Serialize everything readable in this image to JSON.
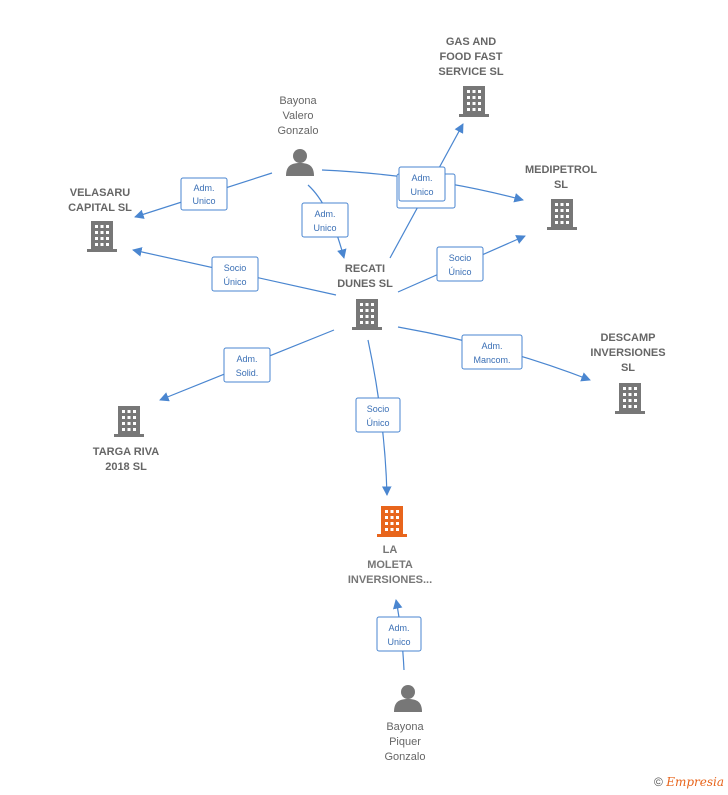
{
  "nodes": {
    "bayona_valero": {
      "label": [
        "Bayona",
        "Valero",
        "Gonzalo"
      ],
      "kind": "person"
    },
    "gas_food": {
      "label": [
        "GAS AND",
        "FOOD FAST",
        "SERVICE SL"
      ],
      "kind": "company"
    },
    "medipetrol": {
      "label": [
        "MEDIPETROL",
        "SL"
      ],
      "kind": "company"
    },
    "velasaru": {
      "label": [
        "VELASARU",
        "CAPITAL  SL"
      ],
      "kind": "company"
    },
    "recati": {
      "label": [
        "RECATI",
        "DUNES  SL"
      ],
      "kind": "company"
    },
    "descamp": {
      "label": [
        "DESCAMP",
        "INVERSIONES",
        "SL"
      ],
      "kind": "company"
    },
    "targa": {
      "label": [
        "TARGA RIVA",
        "2018  SL"
      ],
      "kind": "company"
    },
    "la_moleta": {
      "label": [
        "LA",
        "MOLETA",
        "INVERSIONES..."
      ],
      "kind": "target"
    },
    "bayona_piquer": {
      "label": [
        "Bayona",
        "Piquer",
        "Gonzalo"
      ],
      "kind": "person"
    }
  },
  "edges": [
    {
      "label": [
        "Adm.",
        "Unico"
      ]
    },
    {
      "label": [
        "Adm.",
        "Unico"
      ]
    },
    {
      "label": [
        "Adm.",
        "Unico"
      ]
    },
    {
      "label": [
        "Socio",
        "Único"
      ]
    },
    {
      "label": [
        "Socio",
        "Único"
      ]
    },
    {
      "label": [
        "Adm.",
        "Solid."
      ]
    },
    {
      "label": [
        "Adm.",
        "Mancom."
      ]
    },
    {
      "label": [
        "Socio",
        "Único"
      ]
    },
    {
      "label": [
        "Adm.",
        "Unico"
      ]
    }
  ],
  "colors": {
    "edge": "#4a86d0",
    "company": "#777777",
    "target": "#e8651c",
    "person": "#777777"
  },
  "footer": {
    "copyright": "©",
    "brand": "Empresia"
  }
}
